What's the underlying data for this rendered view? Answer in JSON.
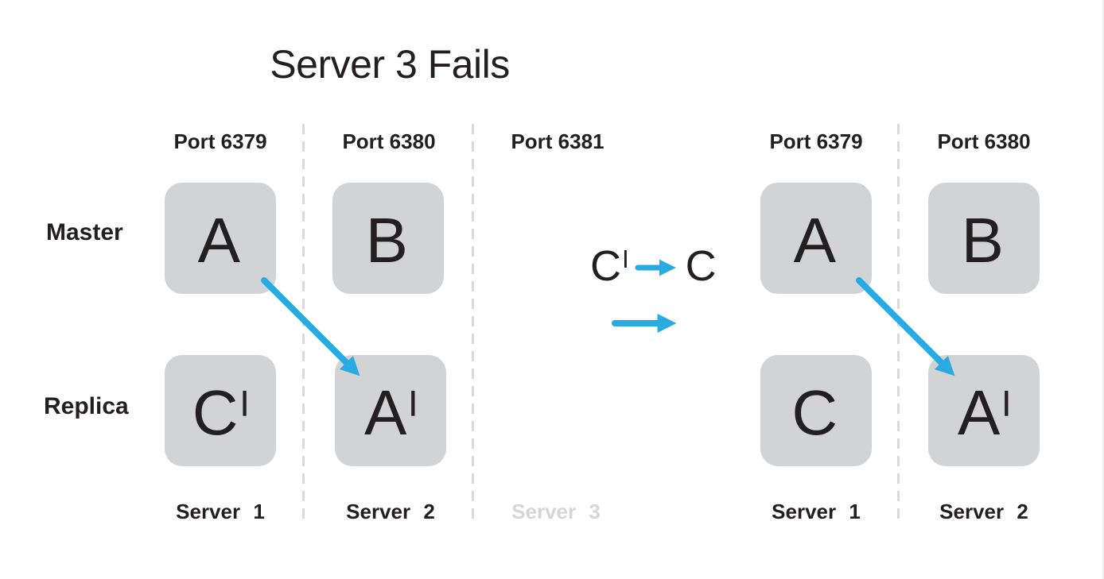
{
  "title": "Server 3 Fails",
  "colors": {
    "accent_blue": "#29abe2",
    "node_fill": "#d2d3d4",
    "text": "#231f20",
    "muted_gray": "#d6d6d6",
    "divider_gray": "#dadada"
  },
  "row_labels": {
    "master": "Master",
    "replica": "Replica"
  },
  "left_cluster": {
    "ports": [
      "Port 6379",
      "Port 6380",
      "Port 6381"
    ],
    "servers": [
      "Server 1",
      "Server 2",
      "Server 3"
    ],
    "master_nodes": [
      {
        "label": "A",
        "sup": ""
      },
      {
        "label": "B",
        "sup": ""
      }
    ],
    "replica_nodes": [
      {
        "label": "C",
        "sup": "|"
      },
      {
        "label": "A",
        "sup": "|"
      }
    ]
  },
  "transition": {
    "from": "C",
    "from_sup": "|",
    "to": "C"
  },
  "right_cluster": {
    "ports": [
      "Port 6379",
      "Port 6380"
    ],
    "servers": [
      "Server 1",
      "Server 2"
    ],
    "master_nodes": [
      {
        "label": "A",
        "sup": ""
      },
      {
        "label": "B",
        "sup": ""
      }
    ],
    "replica_nodes": [
      {
        "label": "C",
        "sup": ""
      },
      {
        "label": "A",
        "sup": "|"
      }
    ]
  }
}
